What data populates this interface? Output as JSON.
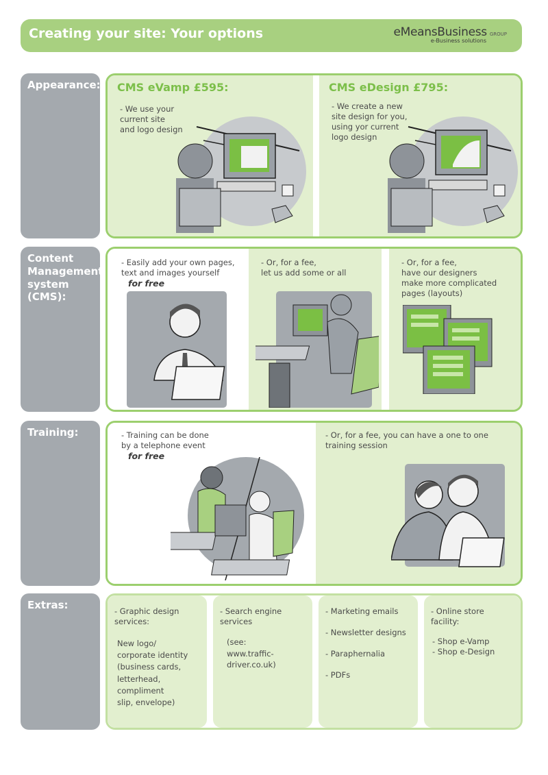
{
  "header": {
    "title": "Creating your site: Your options",
    "logo_main": "eMeansBusiness",
    "logo_group": "GROUP",
    "logo_sub": "e-Business solutions"
  },
  "appearance": {
    "label": "Appearance:",
    "vamp": {
      "title": "CMS eVamp £595:",
      "text": "- We use your\ncurrent site\nand logo design"
    },
    "edesign": {
      "title": "CMS eDesign £795:",
      "text": "- We create a new\nsite design for you,\nusing yor current\nlogo design"
    }
  },
  "cms": {
    "label": "Content\nManagement\nsystem (CMS):",
    "col1": {
      "text": "- Easily add your own pages,\ntext and images yourself",
      "emph": "for free"
    },
    "col2": {
      "text": "- Or, for a fee,\nlet us add some or all"
    },
    "col3": {
      "text": "- Or, for a fee,\nhave our designers\nmake more complicated\npages (layouts)"
    }
  },
  "training": {
    "label": "Training:",
    "col1": {
      "text": "- Training can be done\nby a telephone event",
      "emph": "for free"
    },
    "col2": {
      "text": "- Or, for a fee, you can have a one to one\ntraining session"
    }
  },
  "extras": {
    "label": "Extras:",
    "col1": {
      "title": "- Graphic design services:",
      "body": "New logo/\ncorporate identity\n(business cards,\nletterhead, compliment\nslip, envelope)"
    },
    "col2": {
      "title": "- Search engine services",
      "body": "(see:\nwww.traffic-driver.co.uk)"
    },
    "col3": {
      "items": [
        "- Marketing emails",
        "- Newsletter designs",
        "- Paraphernalia",
        "- PDFs"
      ]
    },
    "col4": {
      "title": "- Online store facility:",
      "body": "- Shop e-Vamp\n- Shop e-Design"
    }
  },
  "colors": {
    "green": "#9ccf6e",
    "light_green": "#e2efcf",
    "grey": "#a4a9ae"
  }
}
